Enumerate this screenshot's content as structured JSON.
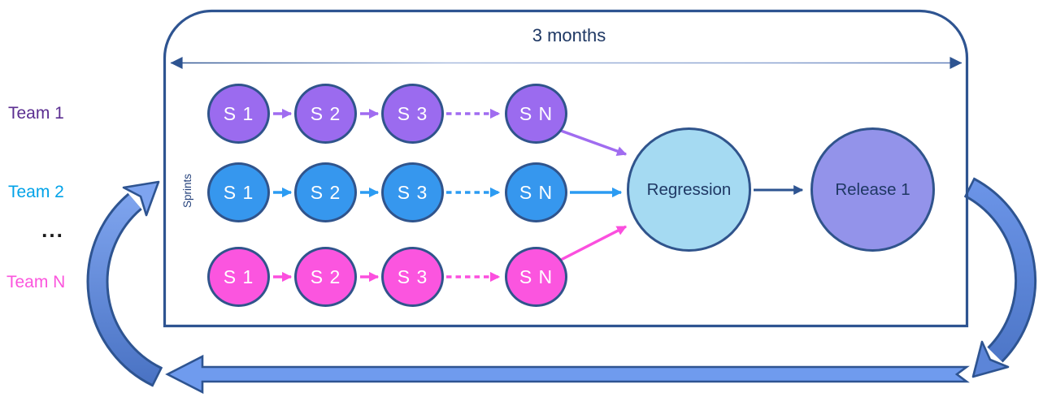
{
  "title": "3 months",
  "axis_label": "Sprints",
  "teams_ellipsis": "...",
  "sprint_labels": [
    "S 1",
    "S 2",
    "S 3",
    "S N"
  ],
  "teams": [
    {
      "name": "Team 1",
      "text_color": "#5B2E91",
      "node_color": "#9B6BEF"
    },
    {
      "name": "Team 2",
      "text_color": "#00A2E8",
      "node_color": "#3697EE"
    },
    {
      "name": "Team N",
      "text_color": "#FB55DD",
      "node_color": "#FB55DF"
    }
  ],
  "nodes": {
    "regression": {
      "label": "Regression",
      "fill": "#A5DAF2"
    },
    "release": {
      "label": "Release 1",
      "fill": "#9393EA"
    }
  },
  "colors": {
    "outline_navy": "#2E5491",
    "loop_arrow_fill": "#6F9BEE",
    "purple_arrow": "#A06CF0",
    "blue_arrow": "#2B9BF2",
    "pink_arrow": "#FB4FDE"
  }
}
